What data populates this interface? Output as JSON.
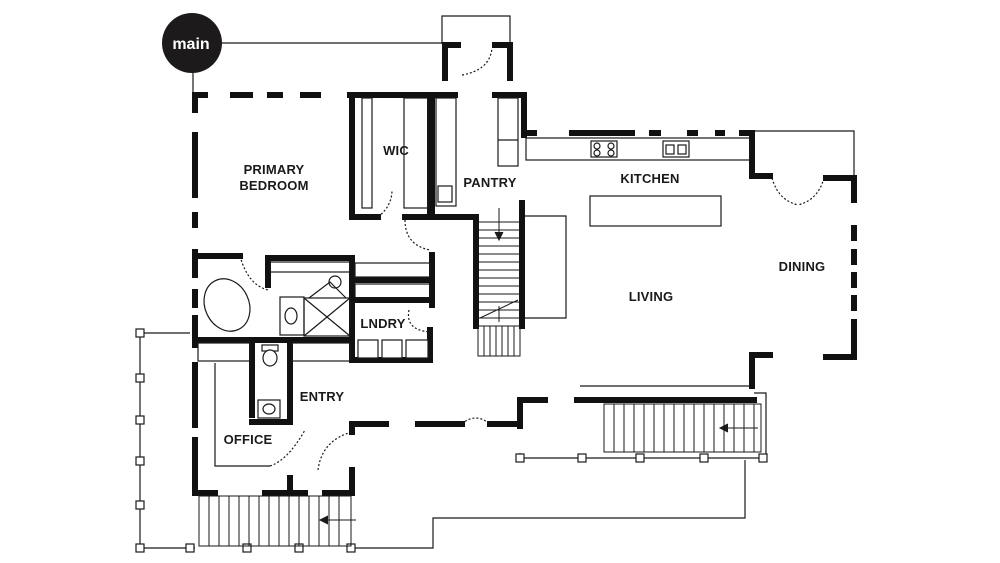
{
  "level_badge": {
    "label": "main"
  },
  "rooms": {
    "primary_bedroom": [
      "PRIMARY",
      "BEDROOM"
    ],
    "wic": "WIC",
    "pantry": "PANTRY",
    "kitchen": "KITCHEN",
    "dining": "DINING",
    "living": "LIVING",
    "laundry": "LNDRY",
    "entry": "ENTRY",
    "office": "OFFICE"
  },
  "colors": {
    "wall": "#111111",
    "line": "#1a1a1a",
    "badge": "#1c1a1a"
  }
}
